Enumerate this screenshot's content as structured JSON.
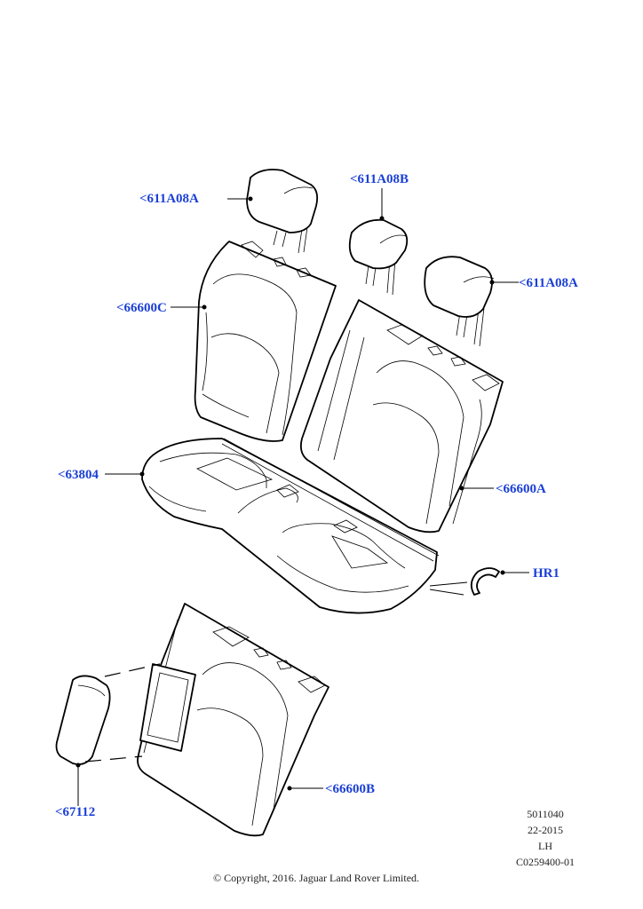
{
  "callouts": {
    "headrest_left": "<611A08A",
    "headrest_center": "<611A08B",
    "headrest_right": "<611A08A",
    "backrest_left": "<66600C",
    "cushion": "<63804",
    "backrest_right": "<66600A",
    "hook": "HR1",
    "armrest": "<67112",
    "backrest_center": "<66600B"
  },
  "meta": {
    "ref": "5011040",
    "date": "22-2015",
    "side": "LH",
    "code": "C0259400-01"
  },
  "copyright": "© Copyright, 2016. Jaguar Land Rover Limited.",
  "colors": {
    "callout": "#1a3fd6",
    "linework": "#000000",
    "background": "#ffffff"
  }
}
